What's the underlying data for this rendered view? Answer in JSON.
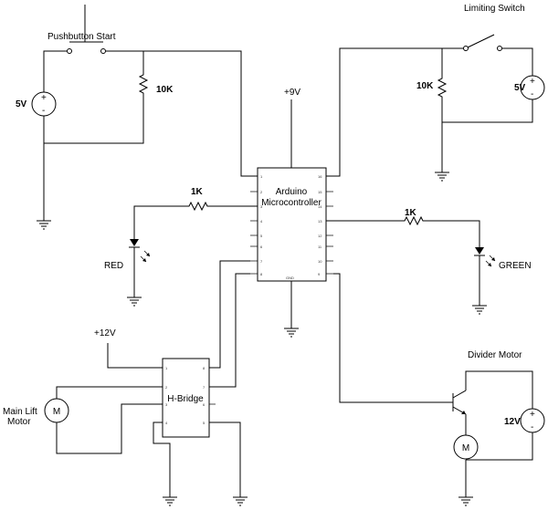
{
  "labels": {
    "pushbutton": "Pushbutton Start",
    "limiting_switch": "Limiting Switch",
    "plus9v": "+9V",
    "plus12v": "+12V",
    "arduino_line1": "Arduino",
    "arduino_line2": "Microcontroller",
    "hbridge": "H-Bridge",
    "main_lift_line1": "Main Lift",
    "main_lift_line2": "Motor",
    "divider_motor": "Divider Motor",
    "red": "RED",
    "green": "GREEN",
    "motor_symbol": "M"
  },
  "sources": {
    "left_5v": "5V",
    "right_5v": "5V",
    "divider_12v": "12V"
  },
  "resistors": {
    "r_push": "10K",
    "r_limit": "10K",
    "r_red": "1K",
    "r_green": "1K"
  },
  "arduino_pins": {
    "left": [
      "1",
      "2",
      "3",
      "4",
      "5",
      "6",
      "7",
      "8"
    ],
    "right": [
      "16",
      "15",
      "14",
      "13",
      "12",
      "11",
      "10",
      "9"
    ],
    "bottom": "GND"
  },
  "hbridge_pins": {
    "left": [
      "1",
      "2",
      "3",
      "4"
    ],
    "right": [
      "8",
      "7",
      "6",
      "5"
    ]
  }
}
